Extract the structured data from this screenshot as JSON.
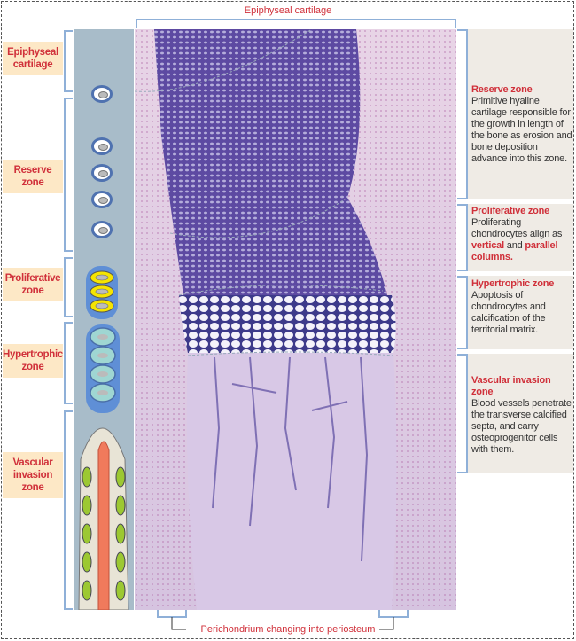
{
  "top_label": "Epiphyseal cartilage",
  "bottom_label": "Perichondrium changing into periosteum",
  "left_labels": [
    {
      "line1": "Epiphyseal",
      "line2": "cartilage"
    },
    {
      "line1": "Reserve",
      "line2": "zone"
    },
    {
      "line1": "Proliferative",
      "line2": "zone"
    },
    {
      "line1": "Hypertrophic",
      "line2": "zone"
    },
    {
      "line1": "Vascular",
      "line2": "invasion zone"
    }
  ],
  "right_panels": {
    "reserve": {
      "title": "Reserve zone",
      "text": "Primitive hyaline cartilage responsible for the growth in length of the bone as erosion and bone deposition advance into this zone."
    },
    "proliferative": {
      "title": "Proliferative zone",
      "text1": "Proliferating chondrocytes align as ",
      "em1": "vertical",
      "text2": " and ",
      "em2": "parallel columns."
    },
    "hypertrophic": {
      "title": "Hypertrophic zone",
      "text": "Apoptosis of chondrocytes and calcification of the territorial matrix."
    },
    "vascular": {
      "title": "Vascular invasion zone",
      "text": "Blood vessels penetrate the transverse calcified septa, and carry osteoprogenitor cells with them."
    }
  },
  "colors": {
    "accent": "#d0303a",
    "label_bg": "#fde8c6",
    "panel_bg": "#efebe5",
    "bracket": "#8fb0d8"
  }
}
